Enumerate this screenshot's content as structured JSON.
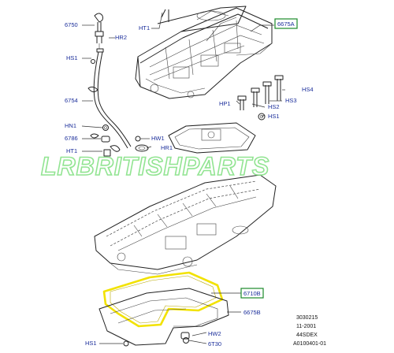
{
  "labels": {
    "6750": "6750",
    "hr2": "HR2",
    "ht1_top": "HT1",
    "6675a": "6675A",
    "hs1_upper": "HS1",
    "6754": "6754",
    "hs4": "HS4",
    "hs3": "HS3",
    "hp1": "HP1",
    "hs2": "HS2",
    "hs1_mid": "HS1",
    "hn1": "HN1",
    "hw1": "HW1",
    "6786": "6786",
    "hr1": "HR1",
    "ht1_left": "HT1",
    "6710b": "6710B",
    "6675b": "6675B",
    "hw2": "HW2",
    "hs1_bottom": "HS1",
    "6t30": "6T30"
  },
  "watermark": "LRBRITISHPARTS",
  "reference": {
    "line1": "3030215",
    "line2": "11-2001",
    "line3": "44SDEX",
    "line4": "A0100401-01"
  },
  "colors": {
    "label": "#1a2d9a",
    "callout_box": "#1a8a2a",
    "highlight": "#f2e200",
    "watermark": "#7fe07f"
  }
}
